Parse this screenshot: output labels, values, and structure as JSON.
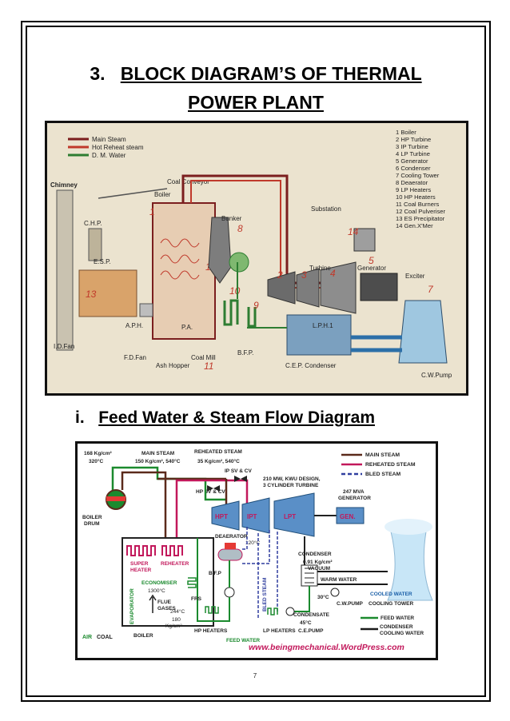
{
  "page": {
    "section_number": "3.",
    "title_line1": "BLOCK DIAGRAM’S OF THERMAL",
    "title_line2": "POWER PLANT",
    "sub_number": "i.",
    "subtitle": "Feed Water & Steam Flow Diagram",
    "page_number": "7"
  },
  "fig1": {
    "legend": [
      "Main Steam",
      "Hot Reheat steam",
      "D. M. Water"
    ],
    "legend_colors": [
      "#7b1e1e",
      "#c0392b",
      "#2e7d32"
    ],
    "key": [
      "1 Boiler",
      "2 HP Turbine",
      "3 IP Turbine",
      "4 LP Turbine",
      "5 Generator",
      "6 Condenser",
      "7 Cooling Tower",
      "8 Deaerator",
      "9 LP Heaters",
      "10 HP Heaters",
      "11 Coal Burners",
      "12 Coal Pulveriser",
      "13 ES Precipitator",
      "14 Gen.X'Mer"
    ],
    "labels": {
      "chimney": "Chimney",
      "coal_conveyor": "Coal Conveyor",
      "boiler": "Boiler",
      "chp": "C.H.P.",
      "esp": "E.S.P.",
      "bunker": "Bunker",
      "substation": "Substation",
      "turbine": "Turbine",
      "generator": "Generator",
      "exciter": "Exciter",
      "aph": "A.P.H.",
      "id_fan": "I.D.Fan",
      "fd_fan": "F.D.Fan",
      "pa": "P.A.",
      "ash_hopper": "Ash Hopper",
      "coal_mill": "Coal Mill",
      "bfp": "B.F.P.",
      "lph1": "L.P.H.1",
      "cep_condenser": "C.E.P.  Condenser",
      "cw_pump": "C.W.Pump"
    },
    "numbers": [
      "1",
      "2",
      "3",
      "4",
      "5",
      "7",
      "8",
      "9",
      "10",
      "11",
      "12",
      "13",
      "14"
    ]
  },
  "fig2": {
    "legend_top": [
      "MAIN STEAM",
      "REHEATED STEAM",
      "BLED STEAM"
    ],
    "legend_bottom": [
      "FEED WATER",
      "CONDENSER COOLING WATER"
    ],
    "colors": {
      "main": "#5b2a1b",
      "reheat": "#c2185b",
      "bled": "#303f9f",
      "feed": "#1b8a2e",
      "cooling": "#1a1a1a"
    },
    "labels": {
      "p168": "168 Kg/cm²",
      "t320": "320°C",
      "main_steam": "MAIN STEAM",
      "main_steam_cond": "150 Kg/cm², 540°C",
      "reheated_steam": "REHEATED STEAM",
      "reheated_cond": "35 Kg/cm², 540°C",
      "ip_sv_cv": "IP SV & CV",
      "hp_sv_cv": "HP SV & CV",
      "turbine_desc1": "210 MW, KWU DESIGN,",
      "turbine_desc2": "3 CYLINDER TURBINE",
      "gen_desc1": "247 MVA",
      "gen_desc2": "GENERATOR",
      "hpt": "HPT",
      "ipt": "IPT",
      "lpt": "LPT",
      "gen": "GEN.",
      "boiler_drum1": "BOILER",
      "boiler_drum2": "DRUM",
      "deaerator": "DEAERATOR",
      "t120": "120°C",
      "super_heater1": "SUPER",
      "super_heater2": "HEATER",
      "reheater": "REHEATER",
      "economiser": "ECONOMISER",
      "t1300": "1300°C",
      "flue_gases1": "FLUE",
      "flue_gases2": "GASES",
      "evaporator": "EVAPORATOR",
      "bfp": "B.F.P",
      "frs": "FRS",
      "t244": "244°C",
      "p180": "180",
      "kgcm": "Kg/cm²",
      "bled_steam_v": "BLED STEAM",
      "condenser": "CONDENSER",
      "vac1": "0.91 Kg/cm²",
      "vac2": "VACUUM",
      "warm_water": "WARM WATER",
      "t30": "30°C",
      "cw_pump": "C.W.PUMP",
      "cooling_tower": "COOLING TOWER",
      "cooled_water": "COOLED WATER",
      "condensate": "CONDENSATE",
      "t45": "45°C",
      "hp_heaters": "HP HEATERS",
      "lp_heaters": "LP HEATERS",
      "ce_pump": "C.E.PUMP",
      "feed_water": "FEED WATER",
      "air": "AIR",
      "coal": "COAL",
      "boiler": "BOILER",
      "website": "www.beingmechanical.WordPress.com"
    }
  }
}
